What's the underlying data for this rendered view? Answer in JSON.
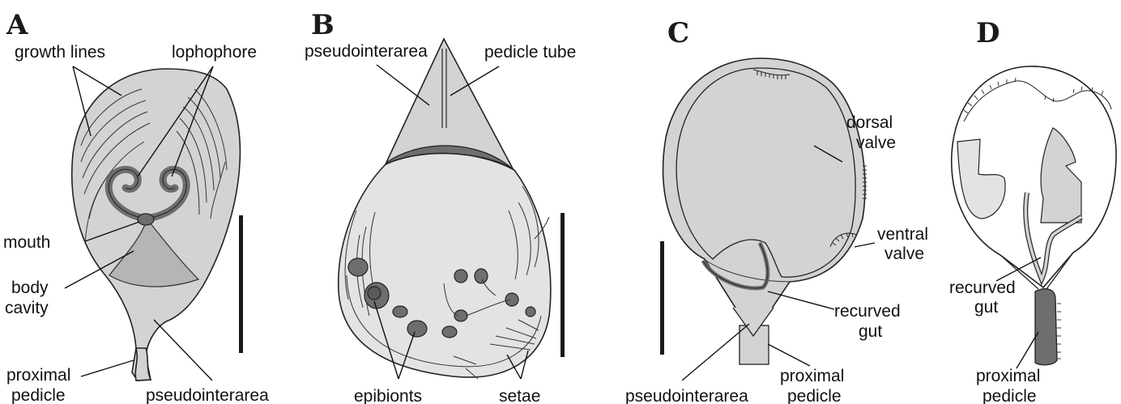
{
  "panels": {
    "a": {
      "letter": "A",
      "labels": {
        "growth_lines": "growth lines",
        "lophophore": "lophophore",
        "mouth": "mouth",
        "body_cavity_1": "body",
        "body_cavity_2": "cavity",
        "proximal_pedicle_1": "proximal",
        "proximal_pedicle_2": "pedicle",
        "pseudointerarea": "pseudointerarea"
      }
    },
    "b": {
      "letter": "B",
      "labels": {
        "pseudointerarea": "pseudointerarea",
        "pedicle_tube": "pedicle tube",
        "epibionts": "epibionts",
        "setae": "setae"
      }
    },
    "c": {
      "letter": "C",
      "labels": {
        "dorsal_valve_1": "dorsal",
        "dorsal_valve_2": "valve",
        "ventral_valve_1": "ventral",
        "ventral_valve_2": "valve",
        "recurved_gut_1": "recurved",
        "recurved_gut_2": "gut",
        "pseudointerarea": "pseudointerarea",
        "proximal_pedicle_1": "proximal",
        "proximal_pedicle_2": "pedicle"
      }
    },
    "d": {
      "letter": "D",
      "labels": {
        "recurved_gut_1": "recurved",
        "recurved_gut_2": "gut",
        "proximal_pedicle_1": "proximal",
        "proximal_pedicle_2": "pedicle"
      }
    }
  },
  "colors": {
    "shell_fill": "#d3d3d3",
    "shell_light": "#e3e3e3",
    "cavity_fill": "#b5b5b5",
    "dark_fill": "#6e6e6e",
    "scale_bar": "#1a1a1a"
  }
}
